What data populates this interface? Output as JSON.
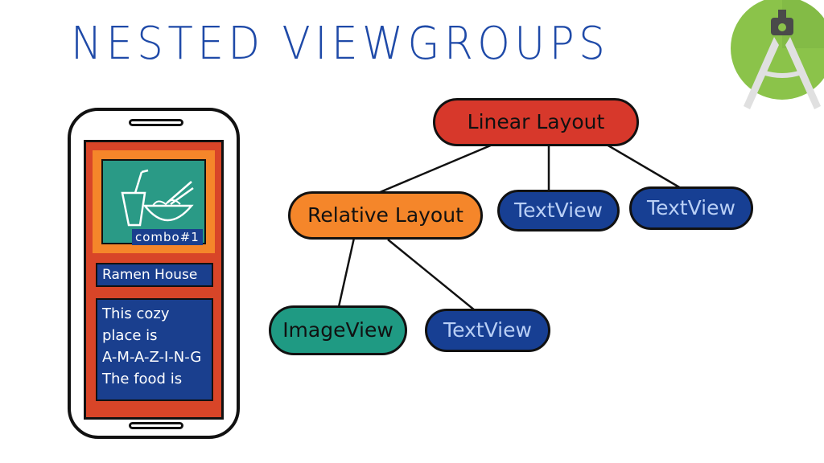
{
  "title": "NESTED VIEWGROUPS",
  "phone": {
    "image_caption": "combo#1",
    "restaurant_name": "Ramen House",
    "description": "This cozy\nplace is\nA-M-A-Z-I-N-G\nThe food is",
    "colors": {
      "outer_background": "#d84528",
      "image_frame": "#f5862a",
      "image_fill": "#2a9a86",
      "text_box": "#1a3f8e"
    }
  },
  "tree": {
    "root": {
      "label": "Linear Layout",
      "color": "#d7382b"
    },
    "children": [
      {
        "label": "Relative Layout",
        "color": "#f5862a",
        "children": [
          {
            "label": "ImageView",
            "color": "#1f9a83"
          },
          {
            "label": "TextView",
            "color": "#173f93"
          }
        ]
      },
      {
        "label": "TextView",
        "color": "#173f93"
      },
      {
        "label": "TextView",
        "color": "#173f93"
      }
    ]
  },
  "logo": {
    "icon": "android-studio-icon",
    "colors": [
      "#8bc34a",
      "#3c3c3c"
    ]
  }
}
